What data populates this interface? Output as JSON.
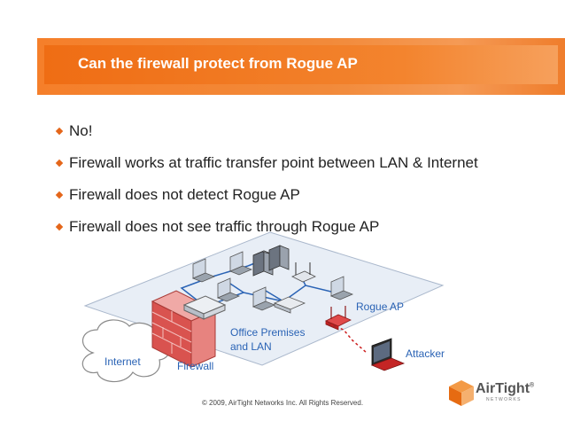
{
  "slide": {
    "title": "Can the firewall protect from Rogue AP",
    "bullets": [
      "No!",
      "Firewall works at traffic transfer point between LAN & Internet",
      "Firewall does not detect Rogue AP",
      "Firewall does not see traffic through Rogue AP"
    ]
  },
  "diagram": {
    "labels": {
      "rogue_ap": "Rogue AP",
      "office": "Office Premises",
      "office2": "and LAN",
      "attacker": "Attacker",
      "internet": "Internet",
      "firewall": "Firewall"
    }
  },
  "footer": "© 2009, AirTight Networks Inc. All Rights Reserved.",
  "logo": {
    "name": "AirTight",
    "reg": "®",
    "sub": "N E T W O R K S"
  },
  "colors": {
    "accent": "#ef6d14",
    "label": "#2a63b5",
    "rogue": "#cc1f1f"
  }
}
